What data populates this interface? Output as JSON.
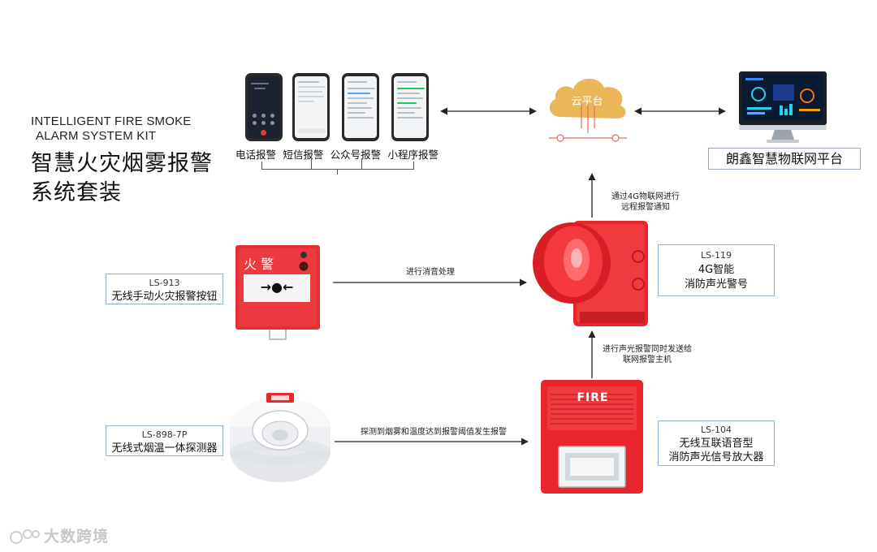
{
  "title": {
    "en_line1": "INTELLIGENT FIRE SMOKE",
    "en_line2": "ALARM SYSTEM KIT",
    "zh_line1": "智慧火灾烟雾报警",
    "zh_line2": "系统套装"
  },
  "alert_channels": [
    {
      "label": "电话报警"
    },
    {
      "label": "短信报警"
    },
    {
      "label": "公众号报警"
    },
    {
      "label": "小程序报警"
    }
  ],
  "cloud": {
    "label": "云平台"
  },
  "platform": {
    "label": "朗鑫智慧物联网平台"
  },
  "devices": {
    "manual_button": {
      "code": "LS-913",
      "name": "无线手动火灾报警按钮",
      "panel_text": "火  警",
      "arrows_text": "→●←"
    },
    "smoke_detector": {
      "code": "LS-898-7P",
      "name": "无线式烟温一体探测器"
    },
    "alarm_4g": {
      "code": "LS-119",
      "name_line1": "4G智能",
      "name_line2": "消防声光警号"
    },
    "amplifier": {
      "code": "LS-104",
      "name_line1": "无线互联语音型",
      "name_line2": "消防声光信号放大器",
      "panel_text": "FIRE"
    }
  },
  "edges": {
    "to_cloud_line1": "通过4G物联网进行",
    "to_cloud_line2": "远程报警通知",
    "button_to_alarm": "进行消音处理",
    "amp_to_alarm_line1": "进行声光报警同时发送给",
    "amp_to_alarm_line2": "联网报警主机",
    "detector_to_amp": "探测到烟雾和温度达到报警阈值发生报警"
  },
  "watermark": {
    "text": "大数跨境"
  },
  "colors": {
    "fire_red": "#e8262b",
    "cloud_gold": "#e9b957",
    "box_border": "#8fb3d6"
  }
}
